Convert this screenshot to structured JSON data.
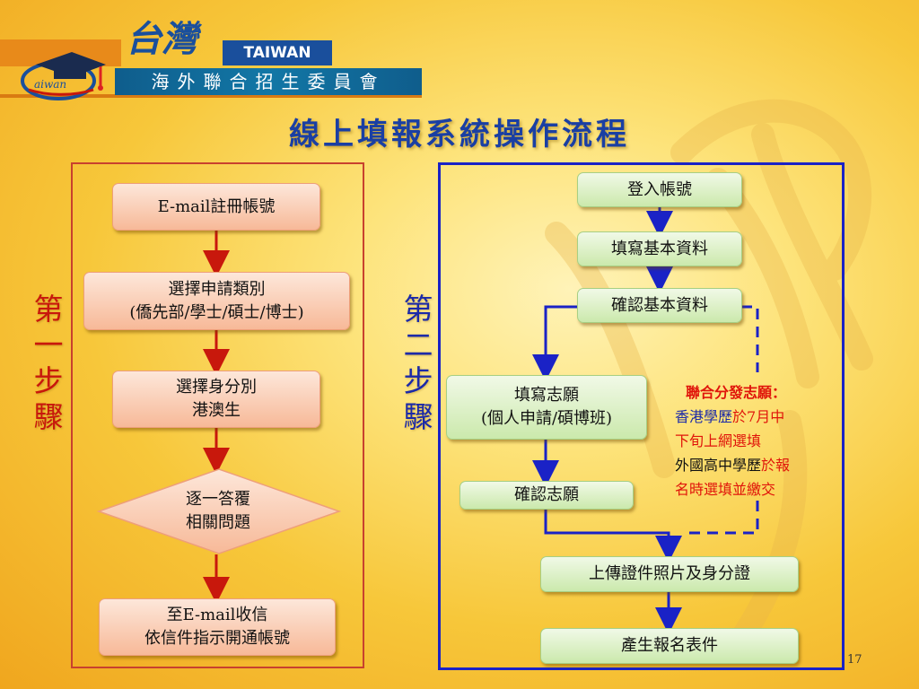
{
  "header": {
    "logo_script": "台灣",
    "logo_en": "TAIWAN",
    "org_name": "海外聯合招生委員會"
  },
  "title": "線上填報系統操作流程",
  "step1": {
    "label": [
      "第",
      "一",
      "步",
      "驟"
    ],
    "nodes": [
      {
        "lines": [
          "E-mail註冊帳號"
        ]
      },
      {
        "lines": [
          "選擇申請類別",
          "(僑先部/學士/碩士/博士)"
        ]
      },
      {
        "lines": [
          "選擇身分別",
          "港澳生"
        ]
      },
      {
        "lines": [
          "逐一答覆",
          "相關問題"
        ]
      },
      {
        "lines": [
          "至E-mail收信",
          "依信件指示開通帳號"
        ]
      }
    ]
  },
  "step2": {
    "label": [
      "第",
      "二",
      "步",
      "驟"
    ],
    "nodes": [
      {
        "lines": [
          "登入帳號"
        ]
      },
      {
        "lines": [
          "填寫基本資料"
        ]
      },
      {
        "lines": [
          "確認基本資料"
        ]
      },
      {
        "lines": [
          "填寫志願",
          "(個人申請/碩博班)"
        ]
      },
      {
        "lines": [
          "確認志願"
        ]
      },
      {
        "lines": [
          "上傳證件照片及身分證"
        ]
      },
      {
        "lines": [
          "產生報名表件"
        ]
      }
    ]
  },
  "note": {
    "heading": "聯合分發志願：",
    "hk_prefix": "香港學歷",
    "hk_text": "於7月中下旬上網選填",
    "hk_line2": "下旬上網選填",
    "foreign_prefix": "外國高中學歷",
    "foreign_text": "於報",
    "foreign_line2": "名時選填並繳交"
  },
  "page_number": "17",
  "colors": {
    "title": "#1a3fa3",
    "step1_label": "#c8180c",
    "step2_label": "#1c2aa8",
    "arrow_red": "#c8180c",
    "arrow_blue": "#1a22c6",
    "note_red": "#e0140a",
    "note_blue": "#1c2aa8"
  }
}
